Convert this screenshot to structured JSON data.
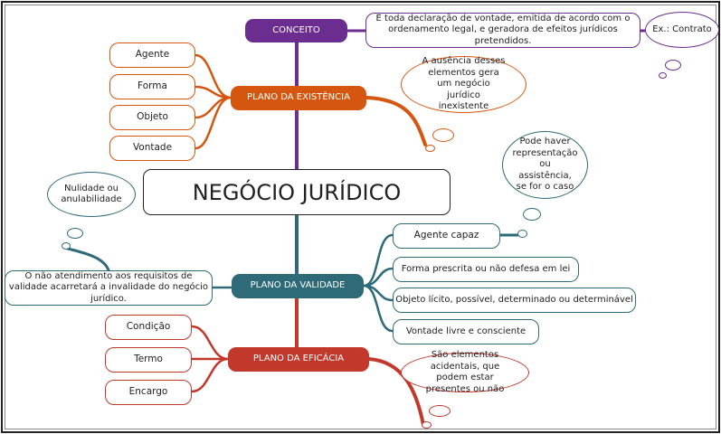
{
  "colors": {
    "concept": "#6b2d8f",
    "existence": "#d4560f",
    "validity": "#2f6a78",
    "efficacy": "#c2392c"
  },
  "central": "NEGÓCIO JURÍDICO",
  "concept": {
    "label": "CONCEITO",
    "definition": "É toda declaração de vontade, emitida de acordo com o ordenamento legal, e geradora de efeitos jurídicos pretendidos.",
    "example": "Ex.: Contrato"
  },
  "existence": {
    "label": "PLANO DA EXISTÊNCIA",
    "items": [
      "Agente",
      "Forma",
      "Objeto",
      "Vontade"
    ],
    "note": "A ausência desses elementos gera um negócio jurídico inexistente"
  },
  "validity": {
    "label": "PLANO DA VALIDADE",
    "items": [
      "Agente capaz",
      "Forma prescrita ou não defesa em lei",
      "Objeto lícito, possível, determinado ou determinável",
      "Vontade livre e consciente"
    ],
    "note_agent": "Pode haver representação ou assistência, se for o caso",
    "consequence": "O não atendimento aos requisitos de validade acarretará a invalidade do negócio jurídico.",
    "consequence_note": "Nulidade ou anulabilidade"
  },
  "efficacy": {
    "label": "PLANO DA EFICÁCIA",
    "items": [
      "Condição",
      "Termo",
      "Encargo"
    ],
    "note": "São elementos acidentais, que podem estar presentes ou não"
  }
}
